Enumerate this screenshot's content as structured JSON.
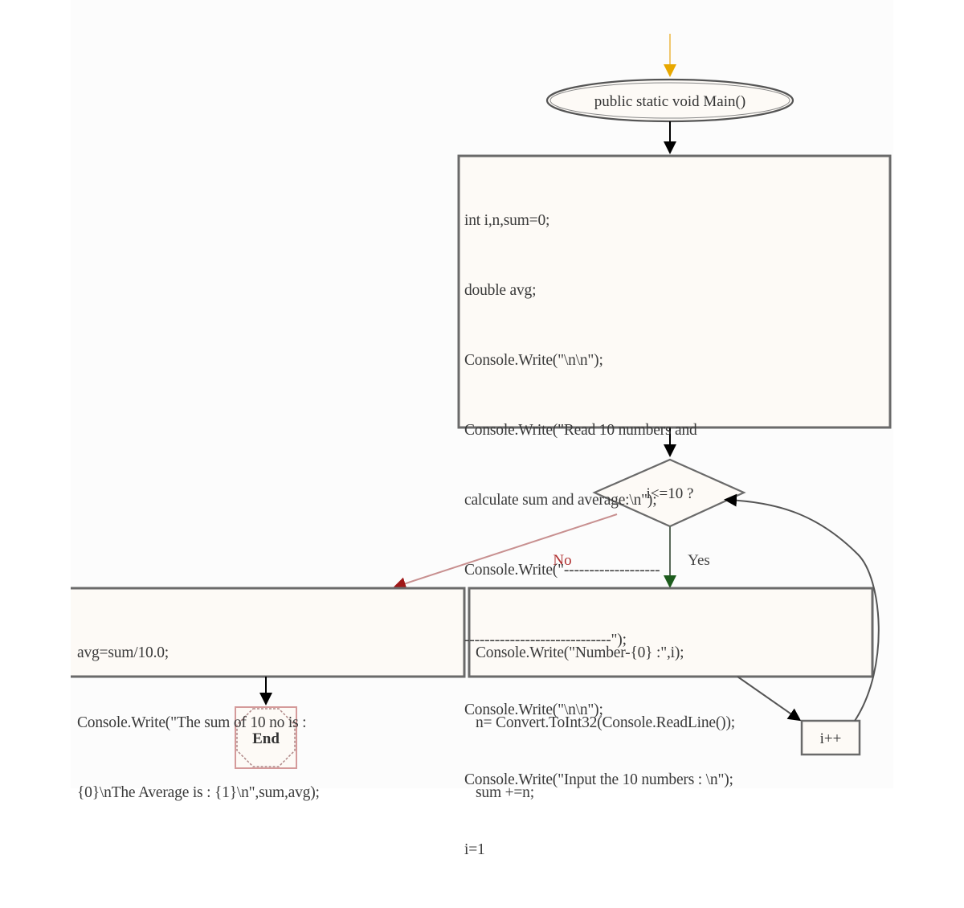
{
  "diagram": {
    "type": "flowchart",
    "nodes": {
      "start": {
        "shape": "ellipse",
        "label": "public static void Main()"
      },
      "init": {
        "shape": "rect",
        "lines": [
          "int i,n,sum=0;",
          "double avg;",
          "Console.Write(\"\\n\\n\");",
          "Console.Write(\"Read 10 numbers and",
          "calculate sum and average:\\n\");",
          "Console.Write(\"-------------------",
          "-----------------------------\");",
          "Console.Write(\"\\n\\n\");",
          "Console.Write(\"Input the 10 numbers : \\n\");",
          "i=1"
        ]
      },
      "condition": {
        "shape": "diamond",
        "label": "i<=10 ?"
      },
      "result": {
        "shape": "rect",
        "lines": [
          "avg=sum/10.0;",
          "Console.Write(\"The sum of 10 no is :",
          "{0}\\nThe Average is : {1}\\n\",sum,avg);"
        ]
      },
      "loop_body": {
        "shape": "rect",
        "lines": [
          "Console.Write(\"Number-{0} :\",i);",
          "n= Convert.ToInt32(Console.ReadLine());",
          "sum +=n;"
        ]
      },
      "increment": {
        "shape": "rect",
        "label": "i++"
      },
      "end": {
        "shape": "octagon",
        "label": "End"
      }
    },
    "edges": [
      {
        "from": "entry",
        "to": "start",
        "label": "",
        "color": "#e8a800"
      },
      {
        "from": "start",
        "to": "init",
        "label": "",
        "color": "#000000"
      },
      {
        "from": "init",
        "to": "condition",
        "label": "",
        "color": "#000000"
      },
      {
        "from": "condition",
        "to": "result",
        "label": "No",
        "color": "#a01818"
      },
      {
        "from": "condition",
        "to": "loop_body",
        "label": "Yes",
        "color": "#1d5c1d"
      },
      {
        "from": "loop_body",
        "to": "increment",
        "label": "",
        "color": "#000000"
      },
      {
        "from": "increment",
        "to": "condition",
        "label": "",
        "color": "#000000"
      },
      {
        "from": "result",
        "to": "end",
        "label": "",
        "color": "#000000"
      }
    ]
  },
  "colors": {
    "node_border": "#6a6a6a",
    "node_fill": "#fdfaf6",
    "end_border": "#d49a9a",
    "entry_arrow": "#e8a800",
    "no_edge": "#a01818",
    "yes_edge": "#1d5c1d"
  }
}
